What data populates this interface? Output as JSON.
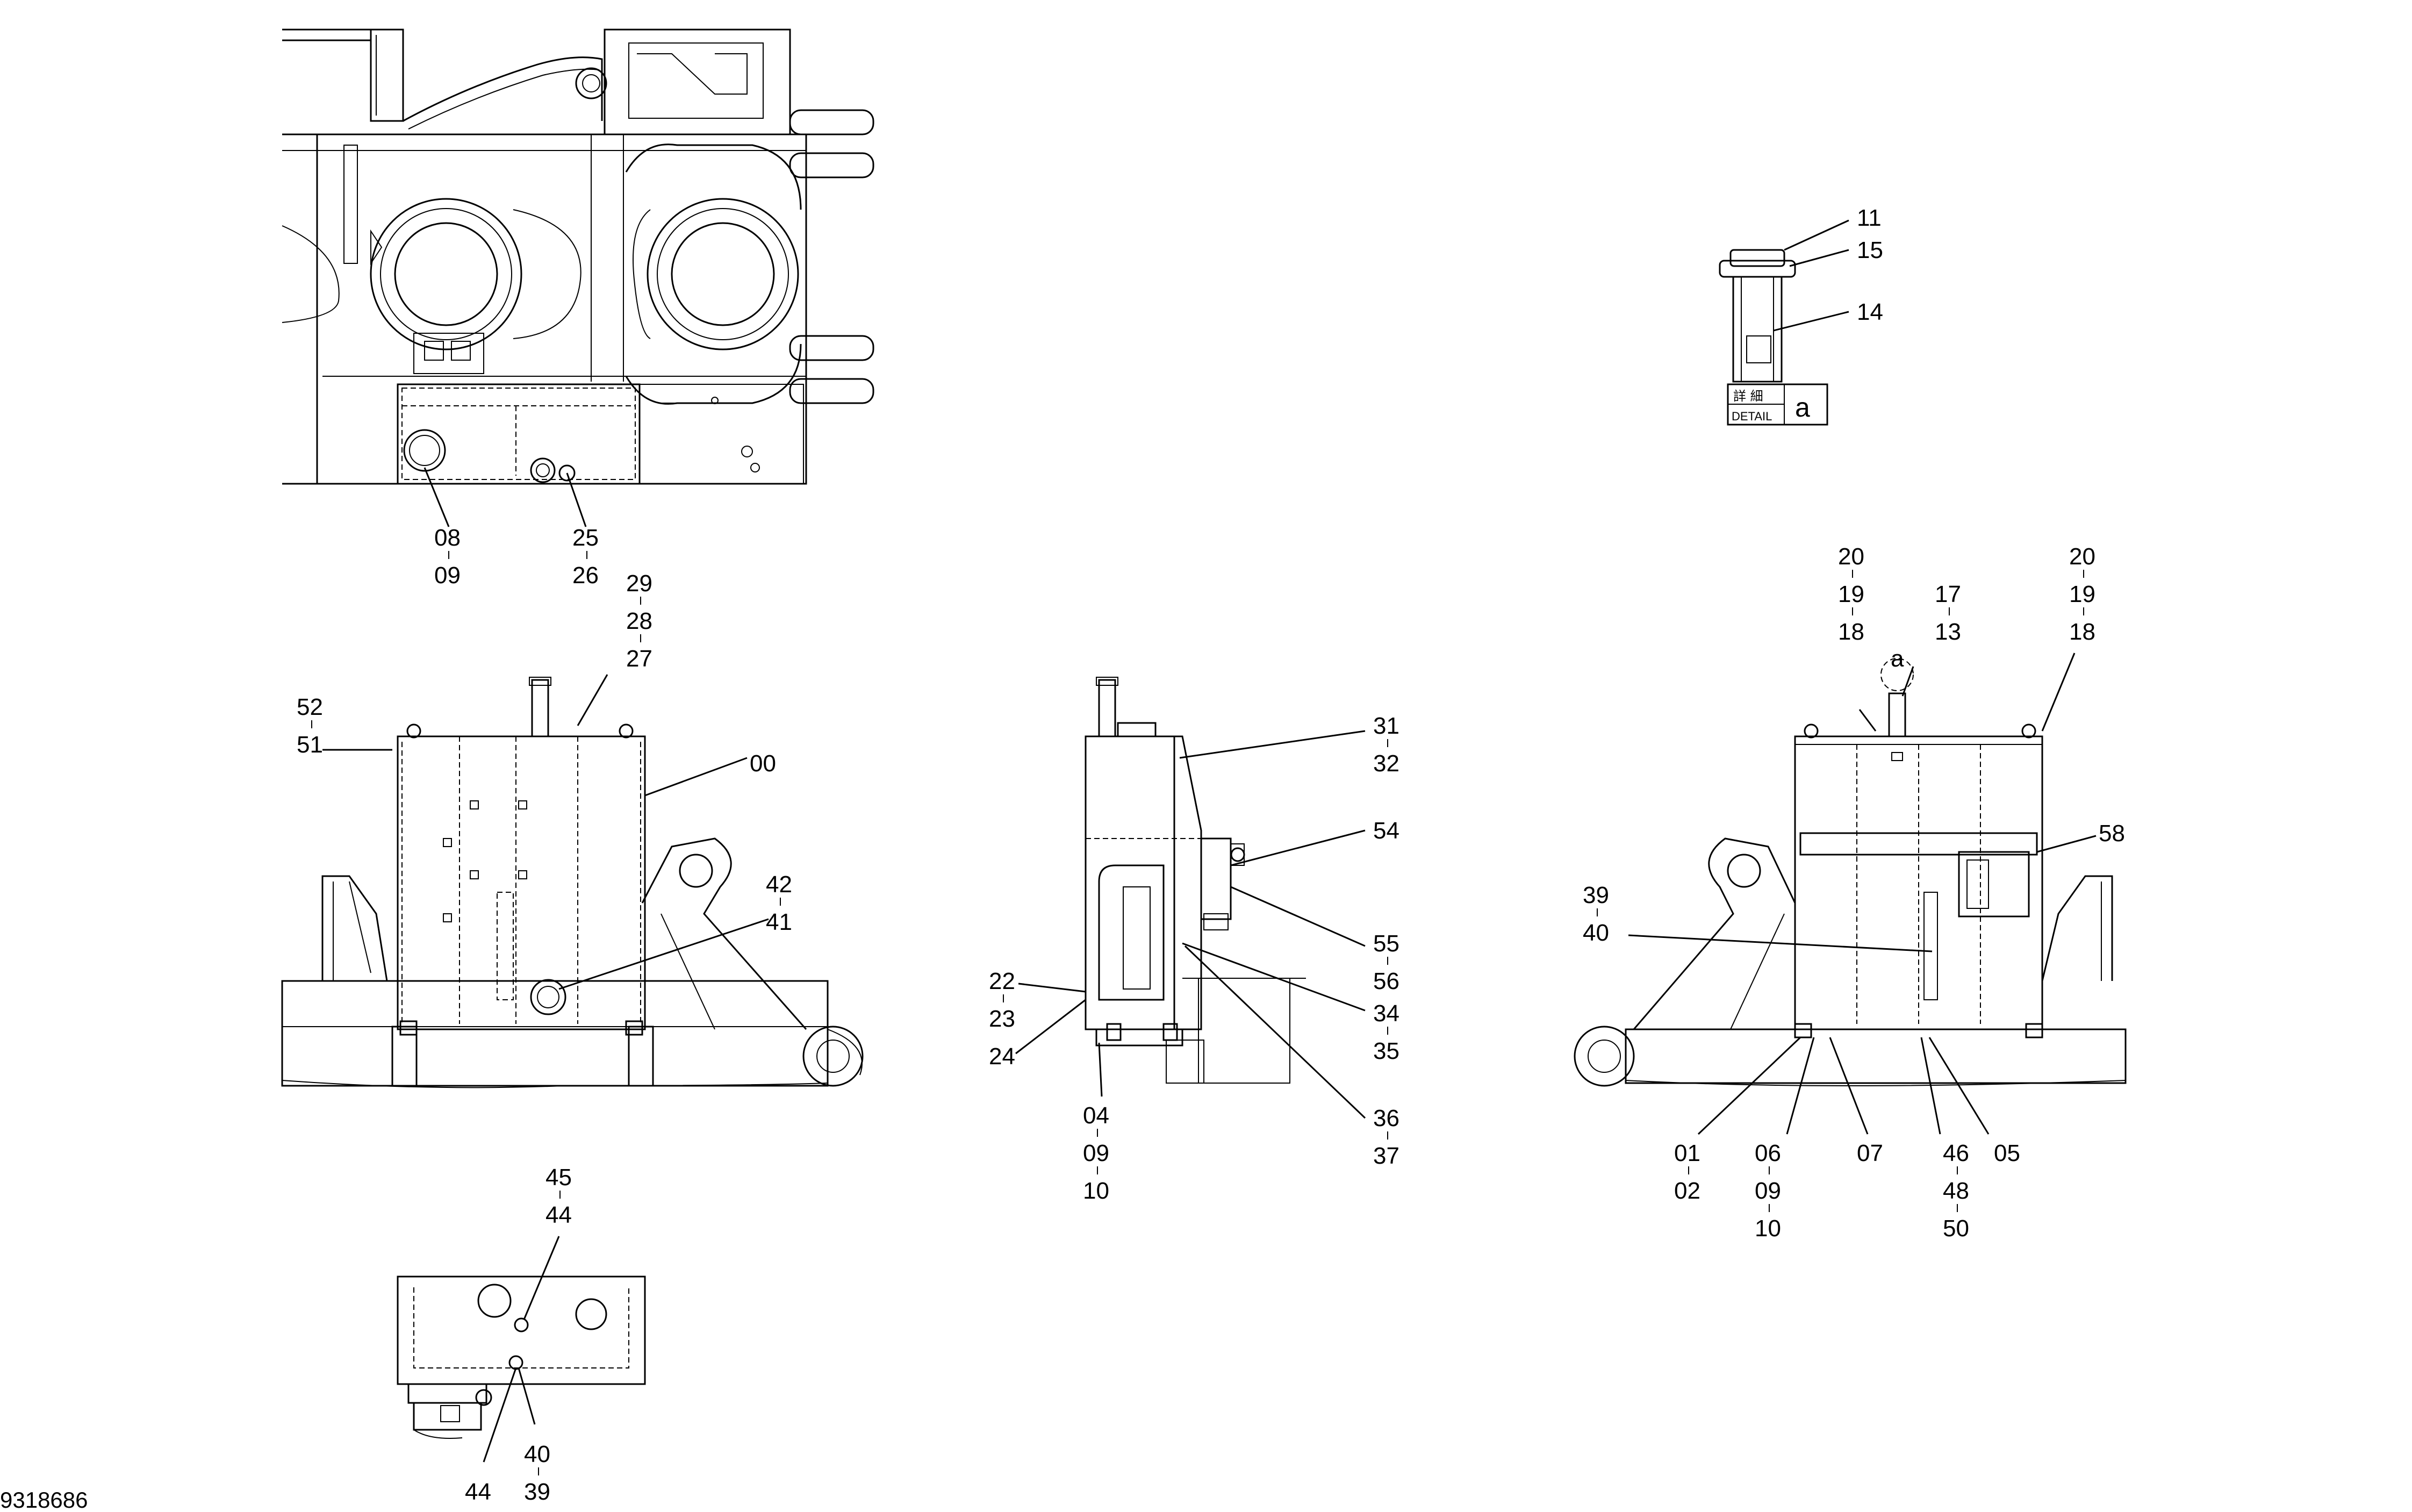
{
  "drawing_number": "9318686",
  "detail_box": {
    "kanji": "詳 細",
    "detail_label": "DETAIL",
    "detail_letter": "a"
  },
  "view_marker": "a",
  "callouts": {
    "tv_a": "08",
    "tv_b": "09",
    "tv_c": "25",
    "tv_d": "26",
    "fl_29": "29",
    "fl_28": "28",
    "fl_27": "27",
    "fl_52": "52",
    "fl_51": "51",
    "fl_00": "00",
    "fl_42": "42",
    "fl_41": "41",
    "sv_31": "31",
    "sv_32": "32",
    "sv_54": "54",
    "sv_55": "55",
    "sv_56": "56",
    "sv_34": "34",
    "sv_35": "35",
    "sv_22": "22",
    "sv_23": "23",
    "sv_24": "24",
    "sv_36": "36",
    "sv_37": "37",
    "sv_04": "04",
    "sv_09": "09",
    "sv_10": "10",
    "dt_11": "11",
    "dt_15": "15",
    "dt_14": "14",
    "rv_20a": "20",
    "rv_19a": "19",
    "rv_18a": "18",
    "rv_17": "17",
    "rv_13": "13",
    "rv_20b": "20",
    "rv_19b": "19",
    "rv_18b": "18",
    "rv_58": "58",
    "rv_39": "39",
    "rv_40": "40",
    "rv_01": "01",
    "rv_02": "02",
    "rv_06": "06",
    "rv_09": "09",
    "rv_10": "10",
    "rv_07": "07",
    "rv_46": "46",
    "rv_48": "48",
    "rv_50": "50",
    "rv_05": "05",
    "bv_45": "45",
    "bv_44a": "44",
    "bv_40": "40",
    "bv_39": "39",
    "bv_44b": "44"
  }
}
